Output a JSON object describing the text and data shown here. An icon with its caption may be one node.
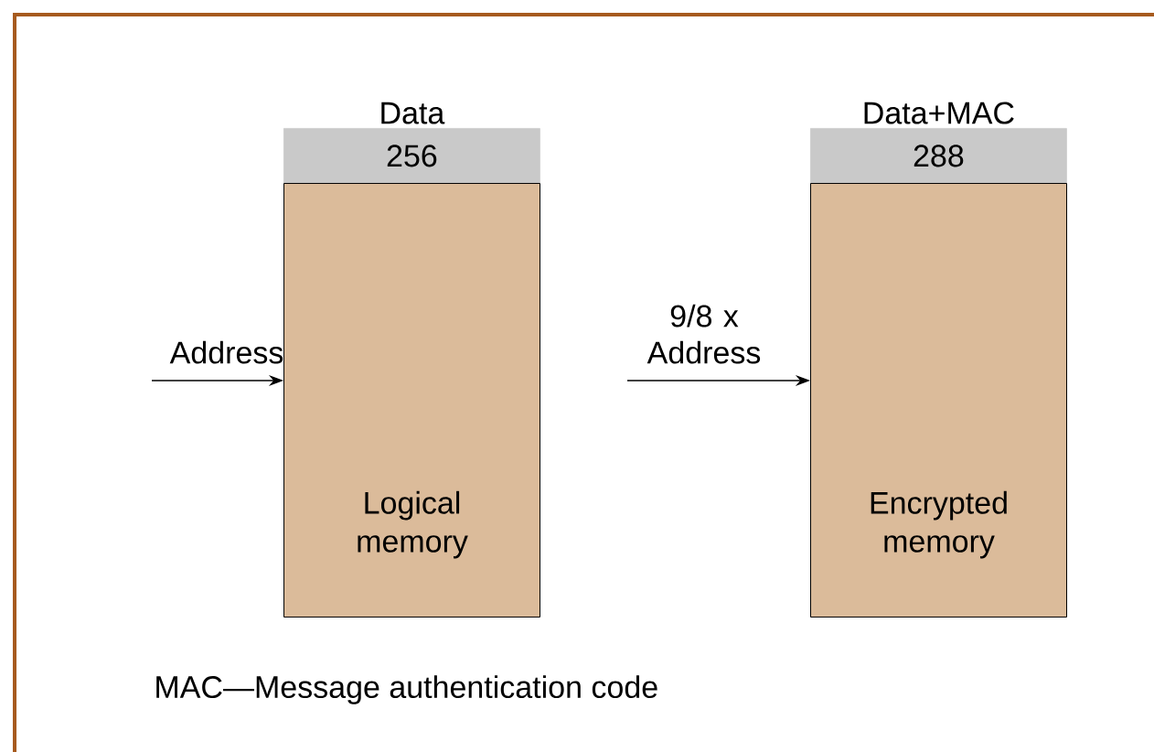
{
  "diagram": {
    "nodes": [
      {
        "text": [
          "Data",
          "256"
        ]
      },
      {
        "text": [
          "Logical memory"
        ]
      },
      {
        "text": [
          "Data+MAC",
          "288"
        ]
      },
      {
        "text": [
          "Encrypted memory"
        ]
      }
    ],
    "edges": [
      {
        "from": null,
        "to": 1,
        "arrow": "to",
        "label": "Address"
      },
      {
        "from": null,
        "to": 3,
        "arrow": "to",
        "label": "9/8 x Address"
      }
    ],
    "labels": [
      "MAC—Message authentication code"
    ]
  }
}
